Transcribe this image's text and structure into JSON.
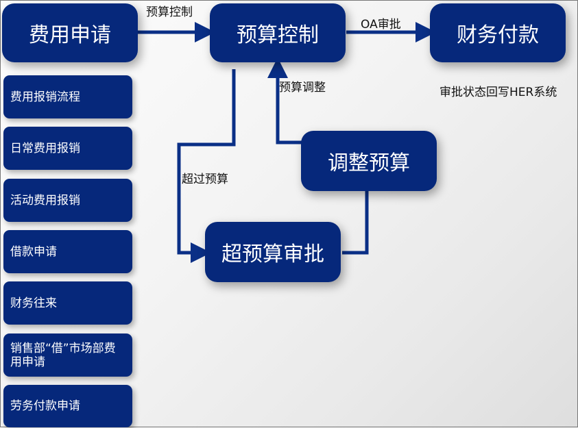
{
  "nodes": {
    "fee_apply": "费用申请",
    "budget_control": "预算控制",
    "finance_pay": "财务付款",
    "adjust_budget": "调整预算",
    "over_budget_approval": "超预算审批"
  },
  "edge_labels": {
    "budget_control": "预算控制",
    "oa_approval": "OA审批",
    "budget_adjust": "预算调整",
    "over_budget": "超过预算",
    "writeback": "审批状态回写HER系统"
  },
  "sidebar": [
    "费用报销流程",
    "日常费用报销",
    "活动费用报销",
    "借款申请",
    "财务往来",
    "销售部“借”市场部费用申请",
    "劳务付款申请"
  ],
  "colors": {
    "node": "#06287b",
    "arrow": "#0a2f86"
  }
}
